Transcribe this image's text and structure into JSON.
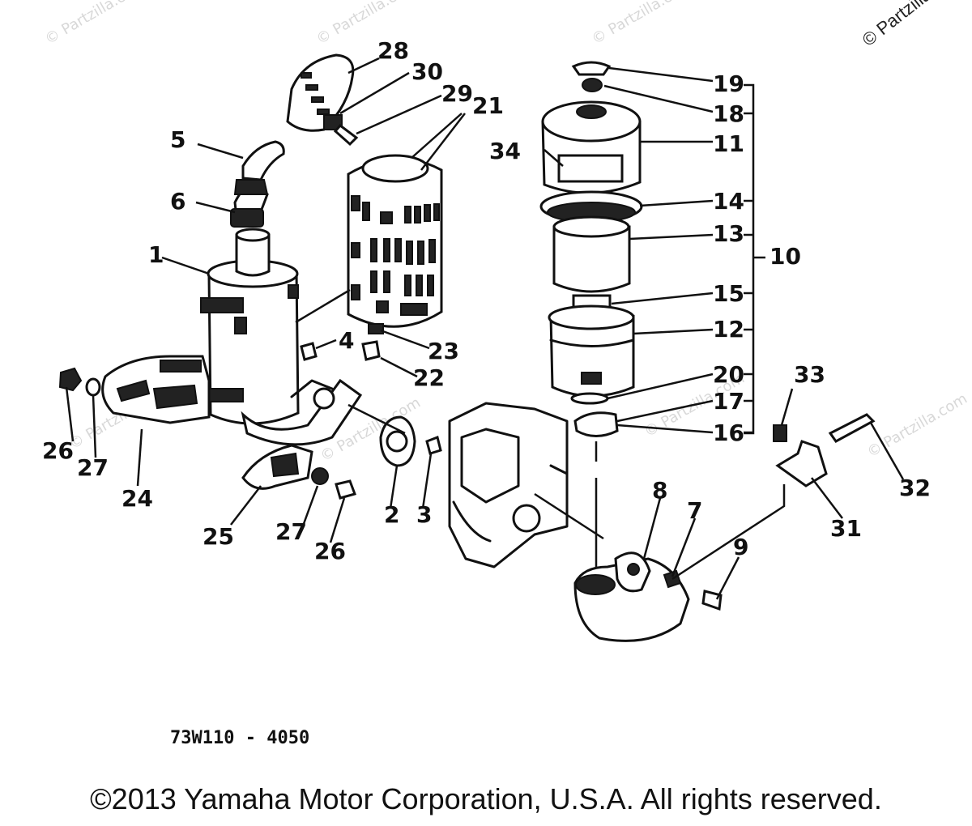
{
  "watermarks": {
    "corner": "© Partzilla.com",
    "faint": [
      "© Partzilla.com",
      "© Partzilla.com",
      "© Partzilla.com",
      "© Partzilla.com",
      "© Partzilla.com",
      "© Partzilla.com",
      "© Partzilla.com"
    ]
  },
  "diagram_code": "73W110 - 4050",
  "copyright": "©2013 Yamaha Motor Corporation, U.S.A. All rights reserved.",
  "callouts": {
    "c1": "1",
    "c2": "2",
    "c3": "3",
    "c4": "4",
    "c5": "5",
    "c6": "6",
    "c7": "7",
    "c8": "8",
    "c9": "9",
    "c10": "10",
    "c11": "11",
    "c12": "12",
    "c13": "13",
    "c14": "14",
    "c15": "15",
    "c16": "16",
    "c17": "17",
    "c18": "18",
    "c19": "19",
    "c20": "20",
    "c21": "21",
    "c22": "22",
    "c23": "23",
    "c24": "24",
    "c25": "25",
    "c26a": "26",
    "c26b": "26",
    "c27a": "27",
    "c27b": "27",
    "c28": "28",
    "c29": "29",
    "c30": "30",
    "c31": "31",
    "c32": "32",
    "c33": "33",
    "c34": "34"
  }
}
